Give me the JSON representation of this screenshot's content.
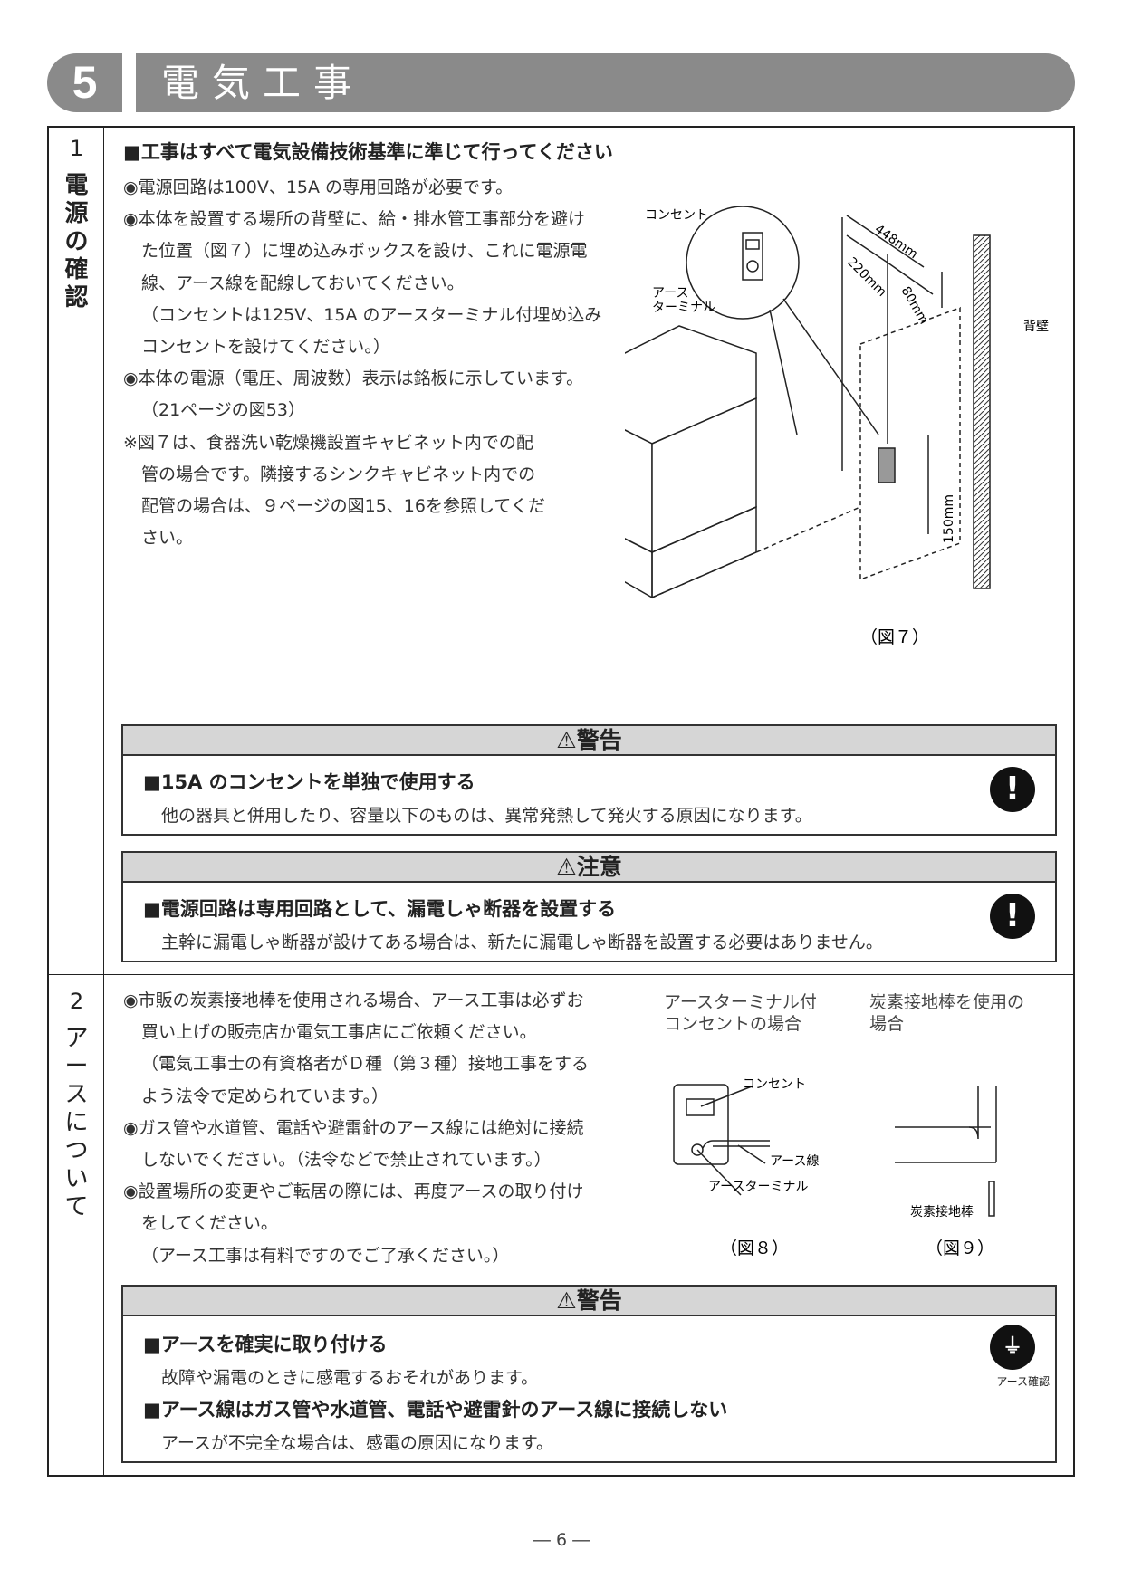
{
  "header": {
    "number": "5",
    "title": "電気工事"
  },
  "section1": {
    "number": "1",
    "title": [
      "電",
      "源",
      "の",
      "確",
      "認"
    ],
    "heading": "■工事はすべて電気設備技術基準に準じて行ってください",
    "lines": [
      "◉電源回路は100V、15A の専用回路が必要です。",
      "◉本体を設置する場所の背壁に、給・排水管工事部分を避け",
      "た位置（図７）に埋め込みボックスを設け、これに電源電",
      "線、アース線を配線しておいてください。",
      "（コンセントは125V、15A のアースターミナル付埋め込み",
      "コンセントを設けてください。）",
      "◉本体の電源（電圧、周波数）表示は銘板に示しています。",
      "（21ページの図53）",
      "※図７は、食器洗い乾燥機設置キャビネット内での配",
      "管の場合です。隣接するシンクキャビネット内での",
      "配管の場合は、９ページの図15、16を参照してくだ",
      "さい。"
    ],
    "figure": {
      "outlet": "コンセント",
      "terminal1": "アース",
      "terminal2": "ターミナル",
      "dim1": "448mm",
      "dim2": "220mm",
      "dim3": "80mm",
      "dim4": "150mm",
      "wall": "背壁",
      "caption": "（図７）"
    },
    "warning": {
      "title": "⚠警告",
      "heading": "■15A のコンセントを単独で使用する",
      "text": "他の器具と併用したり、容量以下のものは、異常発熱して発火する原因になります。",
      "icon": "exclamation-icon"
    },
    "caution": {
      "title": "⚠注意",
      "heading": "■電源回路は専用回路として、漏電しゃ断器を設置する",
      "text": "主幹に漏電しゃ断器が設けてある場合は、新たに漏電しゃ断器を設置する必要はありません。",
      "icon": "exclamation-icon"
    }
  },
  "section2": {
    "number": "2",
    "title": [
      "ア",
      "ー",
      "ス",
      "に",
      "つ",
      "い",
      "て"
    ],
    "lines": [
      "◉市販の炭素接地棒を使用される場合、アース工事は必ずお",
      "買い上げの販売店か電気工事店にご依頼ください。",
      "（電気工事士の有資格者がＤ種（第３種）接地工事をする",
      "よう法令で定められています。）",
      "◉ガス管や水道管、電話や避雷針のアース線には絶対に接続",
      "しないでください。（法令などで禁止されています。）",
      "◉設置場所の変更やご転居の際には、再度アースの取り付け",
      "をしてください。",
      "（アース工事は有料ですのでご了承ください。）"
    ],
    "fig8": {
      "title1": "アースターミナル付",
      "title2": "コンセントの場合",
      "outlet": "コンセント",
      "wire": "アース線",
      "terminal": "アースターミナル",
      "caption": "（図８）"
    },
    "fig9": {
      "title1": "炭素接地棒を使用の",
      "title2": "場合",
      "rod": "炭素接地棒",
      "caption": "（図９）"
    },
    "warning": {
      "title": "⚠警告",
      "heading1": "■アースを確実に取り付ける",
      "text1": "故障や漏電のときに感電するおそれがあります。",
      "heading2": "■アース線はガス管や水道管、電話や避雷針のアース線に接続しない",
      "text2": "アースが不完全な場合は、感電の原因になります。",
      "icon_label": "アース確認",
      "icon": "ground-icon"
    }
  },
  "footer": {
    "page": "― 6 ―"
  }
}
